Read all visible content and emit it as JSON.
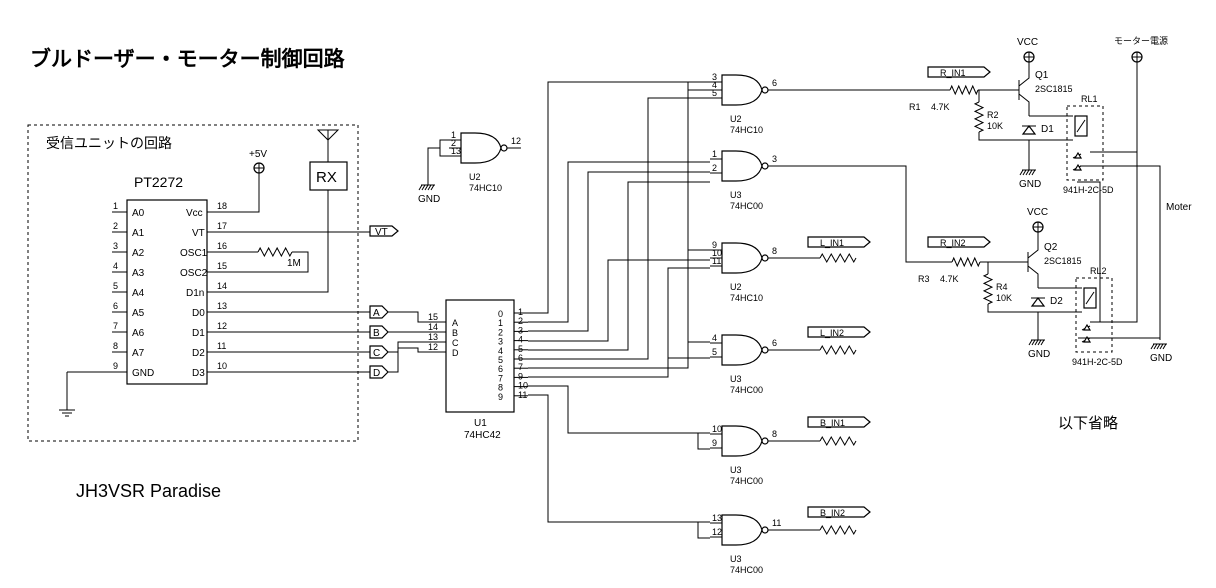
{
  "title": "ブルドーザー・モーター制御回路",
  "receiver_title": "受信ユニットの回路",
  "footer": "JH3VSR  Paradise",
  "omitted": "以下省略",
  "pt2272": {
    "name": "PT2272",
    "left_pins": [
      {
        "num": "1",
        "name": "A0"
      },
      {
        "num": "2",
        "name": "A1"
      },
      {
        "num": "3",
        "name": "A2"
      },
      {
        "num": "4",
        "name": "A3"
      },
      {
        "num": "5",
        "name": "A4"
      },
      {
        "num": "6",
        "name": "A5"
      },
      {
        "num": "7",
        "name": "A6"
      },
      {
        "num": "8",
        "name": "A7"
      },
      {
        "num": "9",
        "name": "GND"
      }
    ],
    "right_pins": [
      {
        "num": "18",
        "name": "Vcc"
      },
      {
        "num": "17",
        "name": "VT"
      },
      {
        "num": "16",
        "name": "OSC1"
      },
      {
        "num": "15",
        "name": "OSC2"
      },
      {
        "num": "14",
        "name": "D1n"
      },
      {
        "num": "13",
        "name": "D0"
      },
      {
        "num": "12",
        "name": "D1"
      },
      {
        "num": "11",
        "name": "D2"
      },
      {
        "num": "10",
        "name": "D3"
      }
    ]
  },
  "labels": {
    "plus5v": "+5V",
    "rx": "RX",
    "r_1m": "1M",
    "vt": "VT",
    "gnd": "GND",
    "vcc": "VCC",
    "motor_power": "モーター電源",
    "motor": "Moter",
    "ports": [
      "A",
      "B",
      "C",
      "D"
    ]
  },
  "u1": {
    "ref": "U1",
    "part": "74HC42",
    "in_pins": [
      "15",
      "14",
      "13",
      "12"
    ],
    "in_names": [
      "A",
      "B",
      "C",
      "D"
    ],
    "out_names": [
      "0",
      "1",
      "2",
      "3",
      "4",
      "5",
      "6",
      "7",
      "8",
      "9"
    ],
    "out_pins": [
      "1",
      "2",
      "3",
      "4",
      "5",
      "6",
      "7",
      "9",
      "10",
      "11"
    ]
  },
  "gates": [
    {
      "ref": "U2",
      "part": "74HC10",
      "in": [
        "3",
        "4",
        "5"
      ],
      "out": "6"
    },
    {
      "ref": "U2",
      "part": "74HC10",
      "in": [
        "1",
        "2",
        "13"
      ],
      "out": "12"
    },
    {
      "ref": "U3",
      "part": "74HC00",
      "in": [
        "1",
        "2"
      ],
      "out": "3"
    },
    {
      "ref": "U2",
      "part": "74HC10",
      "in": [
        "9",
        "10",
        "11"
      ],
      "out": "8"
    },
    {
      "ref": "U3",
      "part": "74HC00",
      "in": [
        "4",
        "5"
      ],
      "out": "6"
    },
    {
      "ref": "U3",
      "part": "74HC00",
      "in": [
        "10",
        "9"
      ],
      "out": "8"
    },
    {
      "ref": "U3",
      "part": "74HC00",
      "in": [
        "13",
        "12"
      ],
      "out": "11"
    }
  ],
  "signals": [
    "R_IN1",
    "R_IN2",
    "L_IN1",
    "L_IN2",
    "B_IN1",
    "B_IN2"
  ],
  "driver1": {
    "q": "Q1",
    "transistor": "2SC1815",
    "r": "R1",
    "rv": "4.7K",
    "r2": "R2",
    "r2v": "10K",
    "d": "D1",
    "rl": "RL1",
    "relay": "941H-2C-5D"
  },
  "driver2": {
    "q": "Q2",
    "transistor": "2SC1815",
    "r": "R3",
    "rv": "4.7K",
    "r2": "R4",
    "r2v": "10K",
    "d": "D2",
    "rl": "RL2",
    "relay": "941H-2C-5D"
  }
}
